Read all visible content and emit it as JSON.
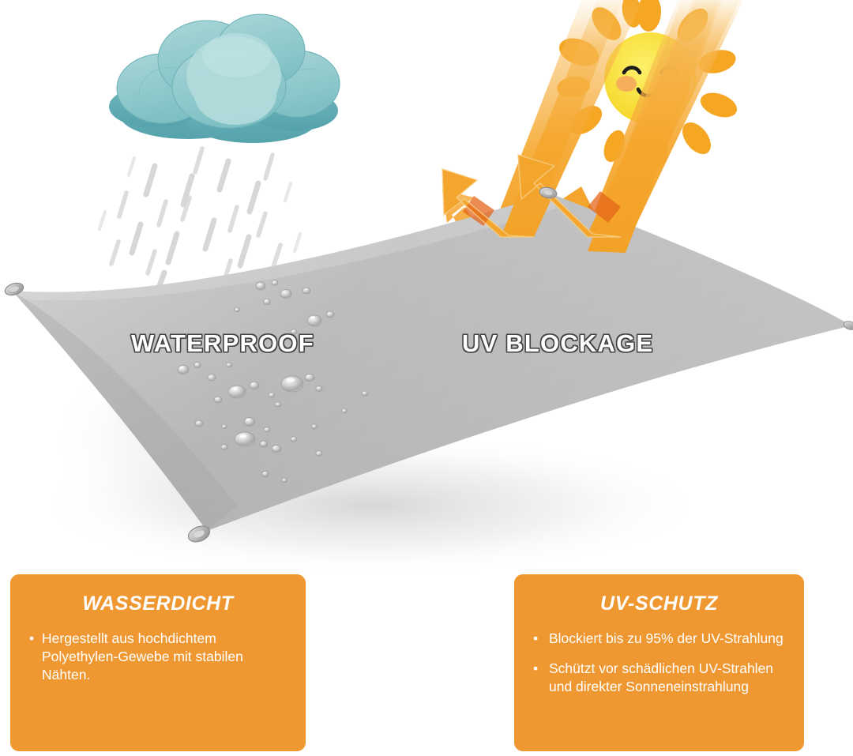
{
  "meta": {
    "kind": "product-infographic",
    "subject": "waterproof uv shade sail",
    "background_color": "#ffffff"
  },
  "colors": {
    "accent_orange": "#ef9832",
    "card_text": "#ffffff",
    "sail_gray": "#b8b8b8",
    "sail_gray_dark": "#a3a3a3",
    "sail_gray_light": "#c6c6c6",
    "cloud_teal": "#7ec0c4",
    "cloud_teal_light": "#a7d5d6",
    "cloud_teal_dark": "#5aa9b0",
    "sun_yellow": "#f7df3e",
    "sun_ray_orange": "#f5a623",
    "sun_cheek": "#f3a14a",
    "arrow_orange": "#f5a12a",
    "arrow_orange_dark": "#e8651a",
    "beam_orange": "#f5ae3c",
    "raindrop_gray": "#d8d8d8",
    "outline_dark": "#3a3a3a"
  },
  "sail": {
    "labels": {
      "waterproof": "WATERPROOF",
      "uv_blockage": "UV BLOCKAGE"
    },
    "corner_hardware": "d-ring",
    "corner_count": 4
  },
  "illustration": {
    "cloud": {
      "name": "rain-cloud",
      "puff_count": 7
    },
    "rain": {
      "name": "rain-drops",
      "drop_count": 26
    },
    "sun": {
      "name": "smiling-sun",
      "ray_count": 12,
      "has_face": true
    },
    "uv_arrows": {
      "name": "uv-reflection-arrows",
      "arrow_count": 2
    },
    "water_beads": {
      "name": "water-droplets",
      "bead_count": 34
    }
  },
  "cards": [
    {
      "id": "waterproof",
      "title": "WASSERDICHT",
      "bullet_char": "•",
      "bullets": [
        "Hergestellt aus hochdichtem Polyethylen-Gewebe mit stabilen Nähten."
      ]
    },
    {
      "id": "uv",
      "title": "UV-SCHUTZ",
      "bullet_char": "•",
      "bullets": [
        "Blockiert bis zu 95% der UV-Strahlung",
        "Schützt vor schädlichen UV-Strahlen und direkter Sonneneinstrahlung"
      ]
    }
  ]
}
